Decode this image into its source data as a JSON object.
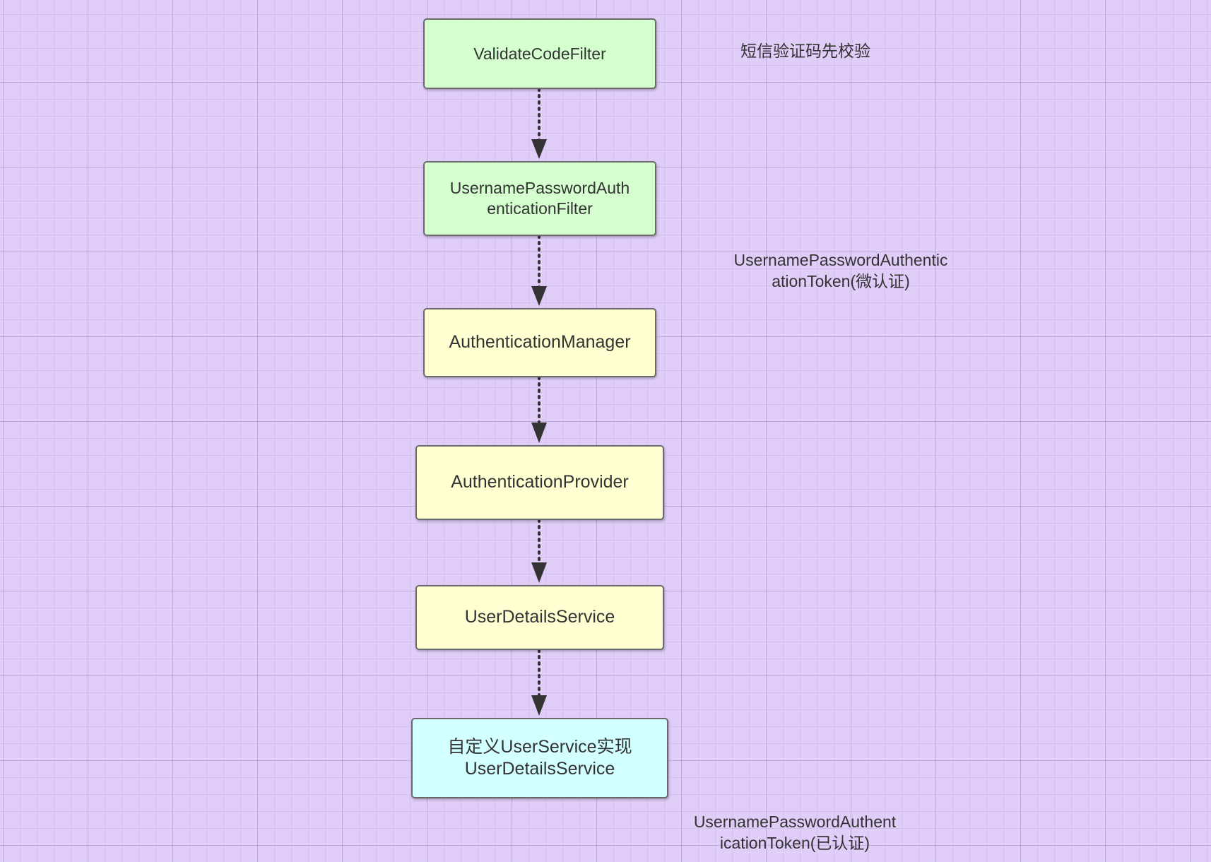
{
  "nodes": {
    "validate_code_filter": "ValidateCodeFilter",
    "username_password_filter_1": "UsernamePasswordAuth",
    "username_password_filter_2": "enticationFilter",
    "authentication_manager": "AuthenticationManager",
    "authentication_provider": "AuthenticationProvider",
    "user_details_service": "UserDetailsService",
    "custom_user_service_1": "自定义UserService实现",
    "custom_user_service_2": "UserDetailsService"
  },
  "notes": {
    "sms_check": "短信验证码先校验",
    "token_unauth_1": "UsernamePasswordAuthentic",
    "token_unauth_2": "ationToken(微认证)",
    "token_auth_1": "UsernamePasswordAuthent",
    "token_auth_2": "icationToken(已认证)"
  },
  "colors": {
    "background": "#e0cdf8",
    "filter_fill": "#d5ffcf",
    "core_fill": "#ffffd2",
    "impl_fill": "#d2ffff",
    "edge": "#333333"
  }
}
